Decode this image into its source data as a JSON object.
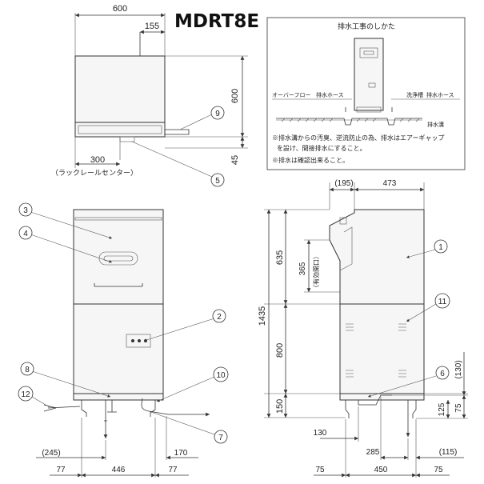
{
  "model": "MDRT8E",
  "top_view": {
    "dims": {
      "width": "600",
      "offset": "155",
      "height": "600",
      "base": "45",
      "rack_center": "300"
    },
    "rack_rail_note": "（ラックレールセンター）",
    "callouts": [
      "9",
      "5"
    ]
  },
  "drain_box": {
    "title": "排水工事のしかた",
    "labels": [
      "オーバーフロー",
      "排水ホース",
      "洗浄槽",
      "排水ホース",
      "排水溝"
    ],
    "notes": [
      "※排水溝からの汚臭、逆流防止の為、排水はエアーギャップ",
      "を設け、間接排水にすること。",
      "※排水は確認出来ること。"
    ]
  },
  "front_view": {
    "callouts": [
      "3",
      "4",
      "2",
      "8",
      "10",
      "12",
      "7"
    ],
    "bottom_dims_top": [
      "(245)",
      "170"
    ],
    "bottom_dims": [
      "77",
      "446",
      "77"
    ]
  },
  "side_view": {
    "top_dims": [
      "(195)",
      "473"
    ],
    "left_dims": [
      "635",
      "1435",
      "800",
      "150"
    ],
    "opening": "365",
    "opening_note": "（有効開口）",
    "right_dims": [
      "(130)",
      "125",
      "75"
    ],
    "callouts": [
      "1",
      "11",
      "6"
    ],
    "bottom_dims_top": [
      "130",
      "285",
      "(115)"
    ],
    "bottom_dims": [
      "75",
      "450",
      "75"
    ]
  }
}
